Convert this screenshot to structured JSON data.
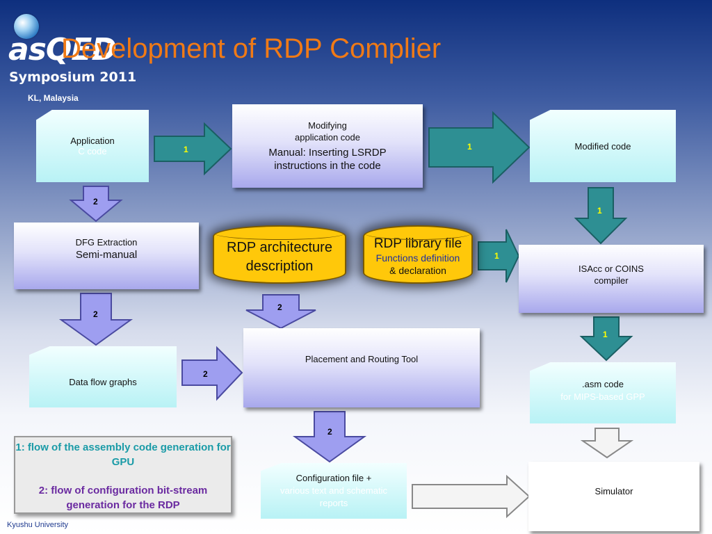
{
  "header": {
    "logo_text": "asQED",
    "logo_subtitle": "Symposium 2011",
    "location": "KL, Malaysia",
    "title": "Development of RDP Complier"
  },
  "boxes": {
    "application": {
      "line1": "Application",
      "line2": "C code"
    },
    "modifying": {
      "line1": "Modifying",
      "line2": "application code",
      "line3": "Manual: Inserting LSRDP",
      "line4": "instructions in the code"
    },
    "modified_code": {
      "line1": "Modified code"
    },
    "dfg": {
      "line1": "DFG Extraction",
      "line2": "Semi-manual"
    },
    "rdp_arch": {
      "line1": "RDP architecture",
      "line2": "description"
    },
    "rdp_lib": {
      "line1": "RDP library file",
      "line2": "Functions definition",
      "line3": "& declaration"
    },
    "isacc": {
      "line1": "ISAcc or COINS",
      "line2": "compiler"
    },
    "dataflow": {
      "line1": "Data flow graphs"
    },
    "placement": {
      "line1": "Placement and Routing Tool"
    },
    "asm": {
      "line1": ".asm code",
      "line2": "for MIPS-based GPP"
    },
    "config": {
      "line1": "Configuration file +",
      "line2": "various text and schematic",
      "line3": "reports"
    },
    "simulator": {
      "line1": "Simulator"
    }
  },
  "arrows": {
    "app_to_mod": "1",
    "mod_to_modified": "1",
    "app_to_dfg": "2",
    "modified_to_isacc": "1",
    "lib_to_isacc": "1",
    "dfg_to_dataflow": "2",
    "arch_to_placement": "2",
    "dataflow_to_placement": "2",
    "isacc_to_asm": "1",
    "placement_to_config": "2"
  },
  "legend": {
    "line1": "1: flow of the assembly code generation for GPU",
    "line2": "2: flow of configuration bit-stream generation for the RDP"
  },
  "footer": "Kyushu University",
  "colors": {
    "title": "#f07a16",
    "teal_arrow": "#2e8f93",
    "lavender_arrow": "#9e9ef0",
    "cylinder": "#ffc80a",
    "legend_flow1": "#1a9ba7",
    "legend_flow2": "#6a2aa0"
  }
}
